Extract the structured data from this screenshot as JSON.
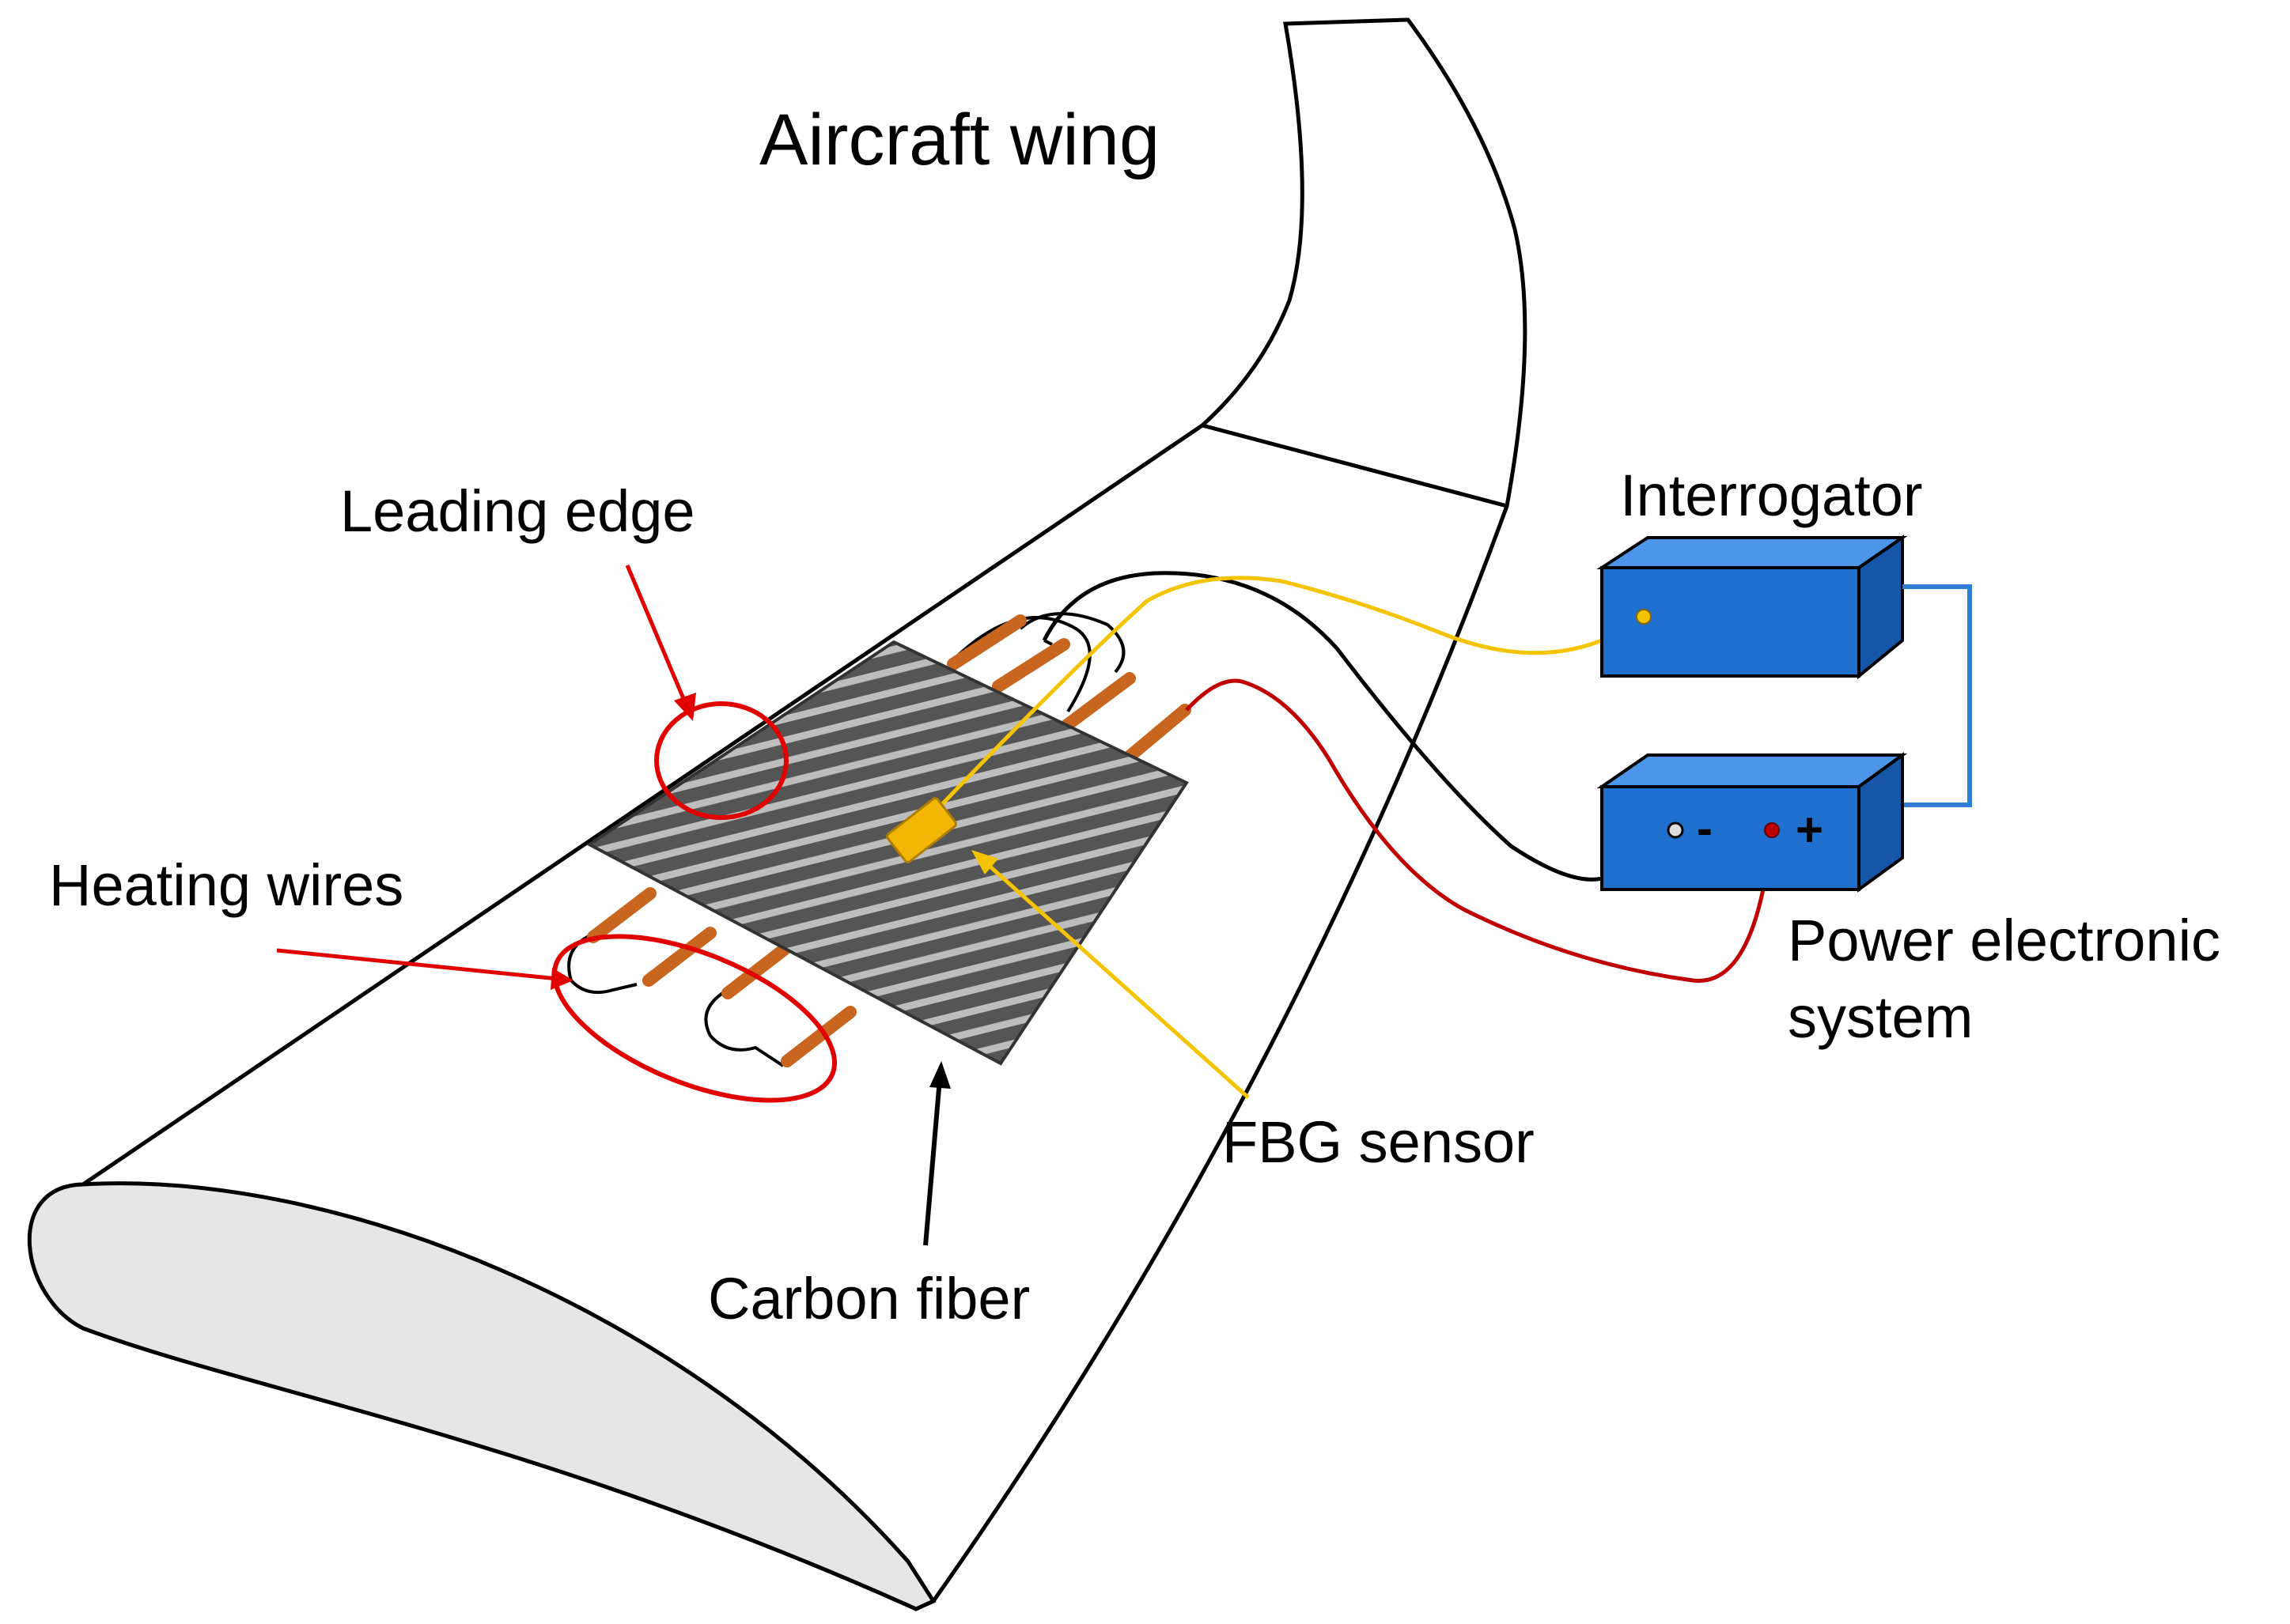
{
  "labels": {
    "title": "Aircraft wing",
    "leading_edge": "Leading edge",
    "heating_wires": "Heating wires",
    "carbon_fiber": "Carbon fiber",
    "fbg_sensor": "FBG sensor",
    "interrogator": "Interrogator",
    "power_line1": "Power electronic",
    "power_line2": "system",
    "minus": "-",
    "plus": "+"
  },
  "colors": {
    "outline": "#000000",
    "wing_fill": "#ffffff",
    "root_fill": "#e6e6e6",
    "carbon_fill": "#555555",
    "carbon_stripe": "#bdbdbd",
    "heating_wire": "#c8651f",
    "heating_wire_edge": "#5a2a0a",
    "fbg": "#f2b705",
    "fiber_optic": "#f5c400",
    "power_wire": "#c00000",
    "ground_wire": "#000000",
    "box_front": "#1f6fce",
    "box_top": "#4d95e8",
    "box_side": "#1556a8",
    "box_link": "#2e7cd6",
    "annotation": "#e00000"
  },
  "icons": [
    "wing-outline",
    "carbon-fiber-patch",
    "heating-wire",
    "fbg-sensor-icon",
    "interrogator-box",
    "power-box"
  ]
}
